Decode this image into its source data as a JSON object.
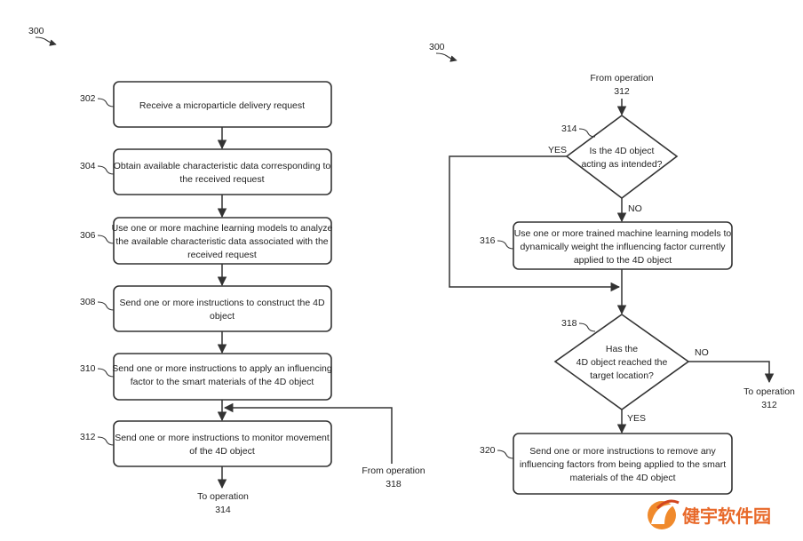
{
  "left": {
    "figure_ref": "300",
    "steps": [
      {
        "ref": "302",
        "lines": [
          "Receive a microparticle delivery request"
        ]
      },
      {
        "ref": "304",
        "lines": [
          "Obtain available characteristic data corresponding to",
          "the received request"
        ]
      },
      {
        "ref": "306",
        "lines": [
          "Use one or more machine learning models to analyze",
          "the available characteristic data associated with the",
          "received request"
        ]
      },
      {
        "ref": "308",
        "lines": [
          "Send one or more instructions to construct the 4D",
          "object"
        ]
      },
      {
        "ref": "310",
        "lines": [
          "Send one or more instructions to apply an influencing",
          "factor to the smart materials of the 4D object"
        ]
      },
      {
        "ref": "312",
        "lines": [
          "Send one or more instructions to monitor movement",
          "of the 4D object"
        ]
      }
    ],
    "from_operation": [
      "From operation",
      "318"
    ],
    "to_operation": [
      "To operation",
      "314"
    ]
  },
  "right": {
    "figure_ref": "300",
    "from_operation": [
      "From operation",
      "312"
    ],
    "decision_314": {
      "ref": "314",
      "lines": [
        "Is the 4D object",
        "acting as intended?"
      ],
      "yes": "YES",
      "no": "NO"
    },
    "step_316": {
      "ref": "316",
      "lines": [
        "Use one or more trained machine learning models to",
        "dynamically weight the influencing factor currently",
        "applied to the 4D object"
      ]
    },
    "decision_318": {
      "ref": "318",
      "lines": [
        "Has the",
        "4D object reached the",
        "target location?"
      ],
      "yes": "YES",
      "no": "NO"
    },
    "to_operation": [
      "To operation",
      "312"
    ],
    "step_320": {
      "ref": "320",
      "lines": [
        "Send one or more instructions to remove any",
        "influencing factors from being applied to the smart",
        "materials of the 4D object"
      ]
    }
  },
  "watermark": "健宇软件园"
}
